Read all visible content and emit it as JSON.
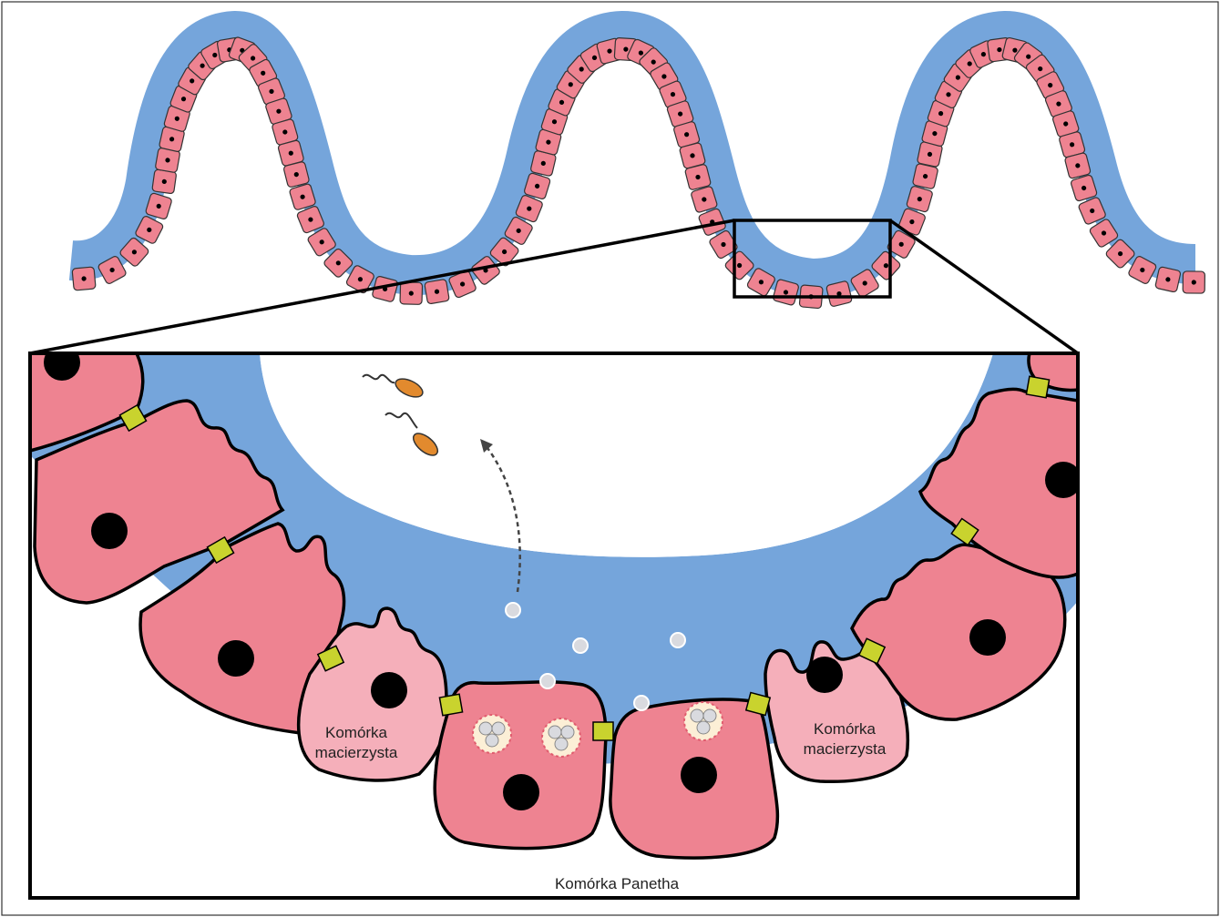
{
  "labels": {
    "stem_cell_left_line1": "Komórka",
    "stem_cell_left_line2": "macierzysta",
    "stem_cell_right_line1": "Komórka",
    "stem_cell_right_line2": "macierzysta",
    "paneth_cell": "Komórka Panetha"
  },
  "colors": {
    "mucus_layer": "#75A5DB",
    "epithelial_cell": "#EE8391",
    "stem_cell": "#F5AFBA",
    "nucleus": "#000000",
    "tight_junction": "#C9D32E",
    "bacterium": "#E28A2E",
    "antimicrobial_granule": "#D9DADF",
    "granule_vesicle": "#FCEFD6"
  },
  "icons": {
    "bacterium": "bacterium-icon",
    "secretion_arrow": "dashed-curved-arrow-icon"
  }
}
